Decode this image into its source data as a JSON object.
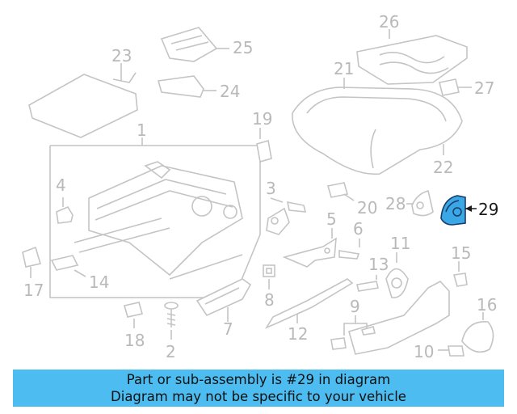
{
  "diagram": {
    "callouts": [
      "1",
      "2",
      "3",
      "4",
      "5",
      "6",
      "7",
      "8",
      "9",
      "10",
      "11",
      "12",
      "13",
      "14",
      "15",
      "16",
      "17",
      "18",
      "19",
      "20",
      "21",
      "22",
      "23",
      "24",
      "25",
      "26",
      "27",
      "28",
      "29"
    ],
    "highlighted": "29",
    "highlight_color": "#3aa7e6"
  },
  "banner": {
    "line1": "Part or sub-assembly is #29 in diagram",
    "line2": "Diagram may not be specific to your vehicle",
    "background": "#4cbcf1"
  }
}
